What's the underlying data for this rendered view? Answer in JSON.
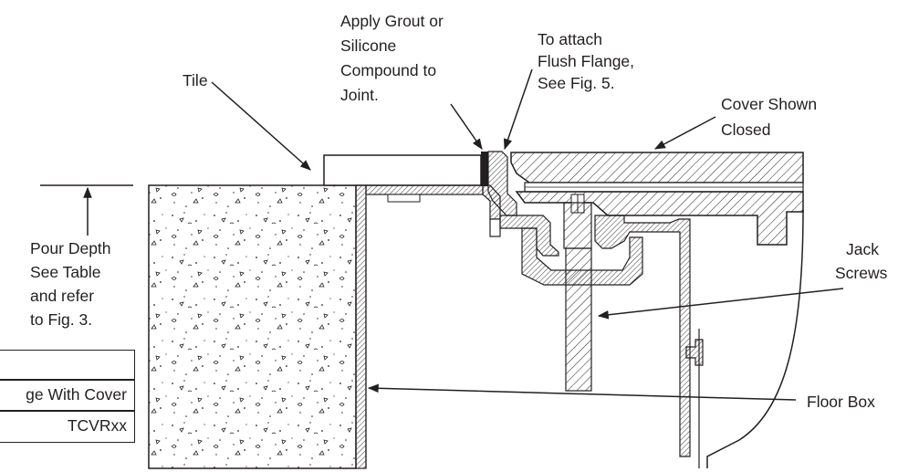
{
  "labels": {
    "tile": "Tile",
    "grout_line1": "Apply Grout or",
    "grout_line2": "Silicone",
    "grout_line3": "Compound to",
    "grout_line4": "Joint.",
    "flush_line1": "To attach",
    "flush_line2": "Flush Flange,",
    "flush_line3": "See Fig. 5.",
    "cover_line1": "Cover Shown",
    "cover_line2": "Closed",
    "pour_line1": "Pour Depth",
    "pour_line2": "See Table",
    "pour_line3": "and refer",
    "pour_line4": "to Fig. 3.",
    "jack_line1": "Jack",
    "jack_line2": "Screws",
    "floor_box": "Floor Box"
  },
  "table": {
    "rows": [
      "",
      "ge With Cover",
      "TCVRxx"
    ]
  },
  "colors": {
    "ink": "#231f20",
    "background": "#ffffff"
  }
}
